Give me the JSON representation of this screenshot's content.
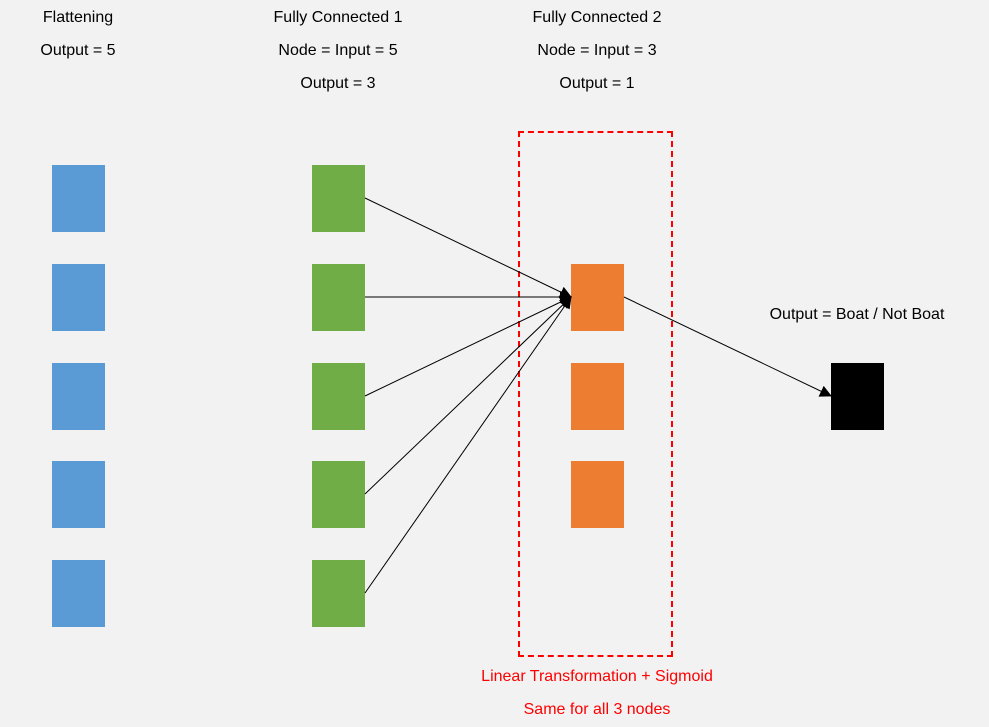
{
  "layers": {
    "flatten": {
      "title": "Flattening",
      "output": "Output = 5"
    },
    "fc1": {
      "title": "Fully Connected 1",
      "node": "Node = Input = 5",
      "output": "Output = 3"
    },
    "fc2": {
      "title": "Fully Connected 2",
      "node": "Node = Input = 3",
      "output": "Output = 1"
    }
  },
  "final_output": "Output = Boat / Not Boat",
  "annotation": {
    "line1": "Linear Transformation + Sigmoid",
    "line2": "Same for all 3 nodes"
  },
  "colors": {
    "flatten": "#5b9bd5",
    "fc1": "#70ad47",
    "fc2": "#ed7d31",
    "output": "#000000",
    "annotation": "#ff0000",
    "background": "#f2f2f2"
  }
}
